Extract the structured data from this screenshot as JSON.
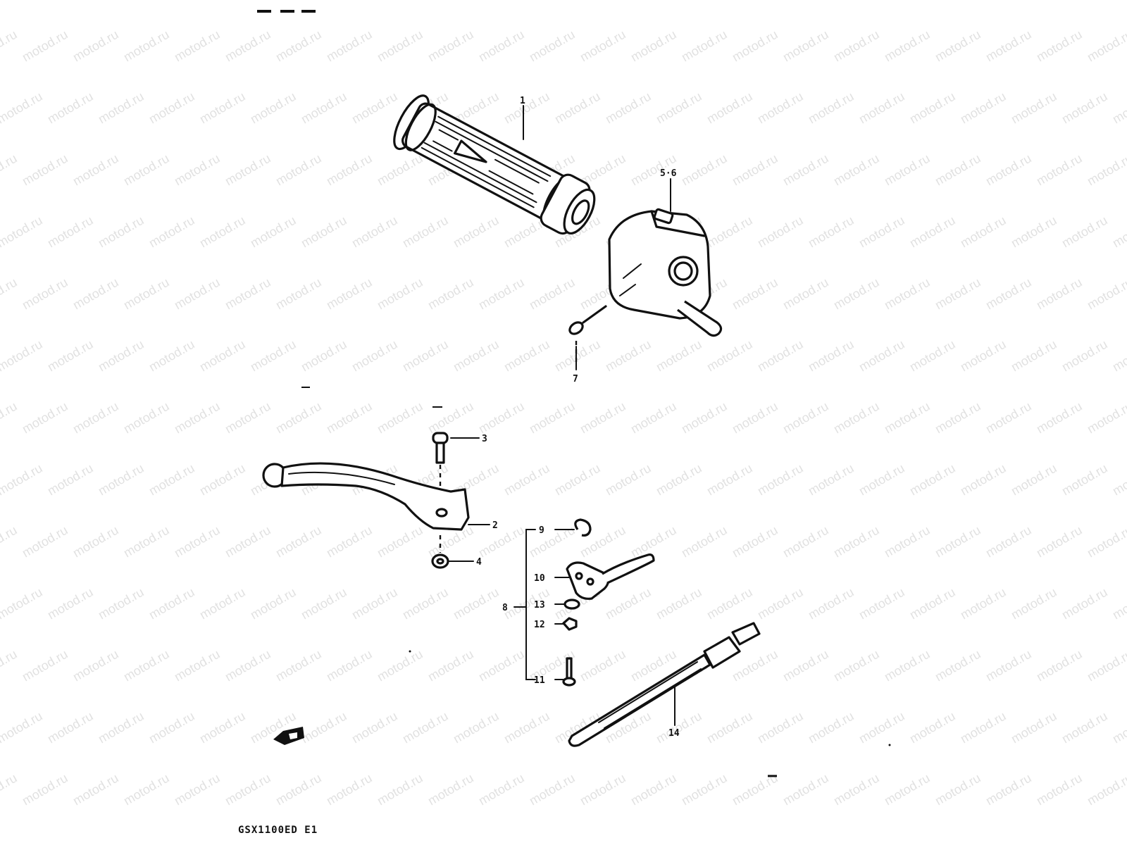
{
  "watermark": "motod.ru",
  "model_code": "GSX1100ED E1",
  "callouts": {
    "c1": "1",
    "c2": "2",
    "c3": "3",
    "c4": "4",
    "c56": "5·6",
    "c7": "7",
    "c8": "8",
    "c9": "9",
    "c10": "10",
    "c11": "11",
    "c12": "12",
    "c13": "13",
    "c14": "14"
  },
  "colors": {
    "line": "#111111",
    "watermark": "#c9c9c9",
    "background": "#ffffff"
  }
}
